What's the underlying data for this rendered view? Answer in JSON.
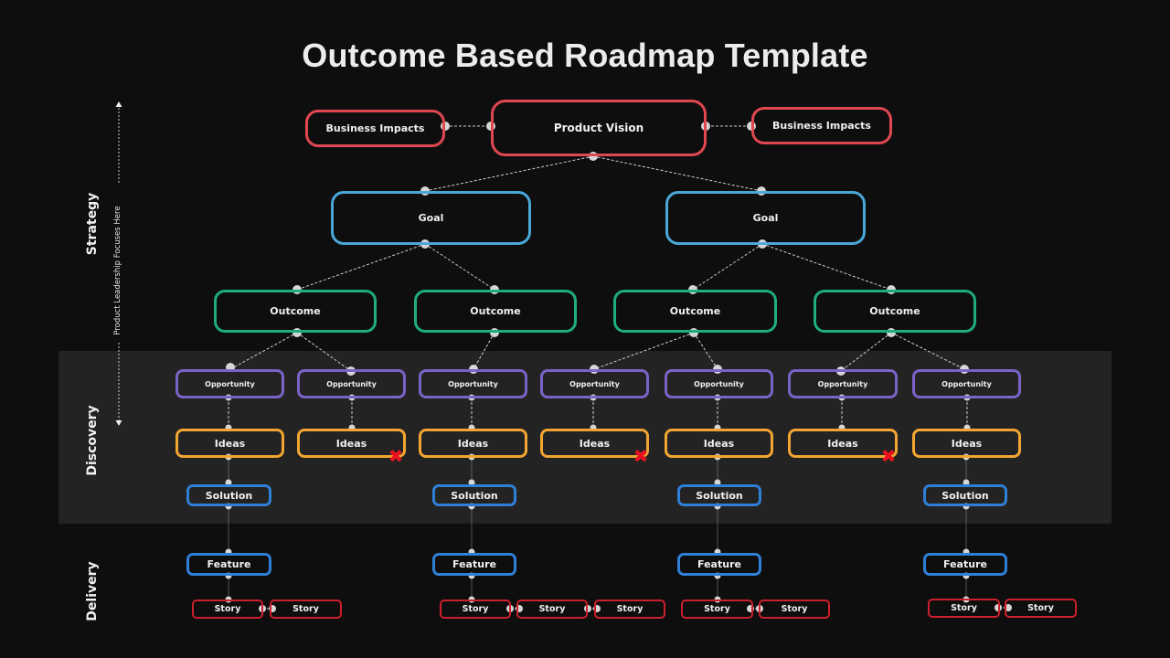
{
  "title": "Outcome Based Roadmap Template",
  "phases": {
    "strategy": "Strategy",
    "discovery": "Discovery",
    "delivery": "Delivery"
  },
  "focus_note": "Product Leadership Focuses Here",
  "colors": {
    "background": "#0e0e0f",
    "discovery_band": "#232323",
    "vision_impacts": "#e0474f",
    "goal": "#4aa8d8",
    "outcome": "#1fae7a",
    "opportunity": "#7a63c6",
    "ideas": "#f2a531",
    "solution_feature": "#2f7fd6",
    "story": "#cc1f2b",
    "rejected_mark": "#e8121f",
    "connector": "#cfcfcf"
  },
  "vision_row": {
    "left_impact": "Business Impacts",
    "vision": "Product Vision",
    "right_impact": "Business Impacts"
  },
  "goals": [
    "Goal",
    "Goal"
  ],
  "outcomes": [
    "Outcome",
    "Outcome",
    "Outcome",
    "Outcome"
  ],
  "opportunities": [
    "Opportunity",
    "Opportunity",
    "Opportunity",
    "Opportunity",
    "Opportunity",
    "Opportunity",
    "Opportunity"
  ],
  "ideas": [
    {
      "label": "Ideas",
      "rejected": false
    },
    {
      "label": "Ideas",
      "rejected": true
    },
    {
      "label": "Ideas",
      "rejected": false
    },
    {
      "label": "Ideas",
      "rejected": true
    },
    {
      "label": "Ideas",
      "rejected": false
    },
    {
      "label": "Ideas",
      "rejected": true
    },
    {
      "label": "Ideas",
      "rejected": false
    }
  ],
  "solutions": [
    "Solution",
    "Solution",
    "Solution",
    "Solution"
  ],
  "features": [
    "Feature",
    "Feature",
    "Feature",
    "Feature"
  ],
  "stories": [
    [
      "Story",
      "Story"
    ],
    [
      "Story",
      "Story",
      "Story"
    ],
    [
      "Story",
      "Story"
    ],
    [
      "Story",
      "Story"
    ]
  ],
  "rejected_icon": "x-mark",
  "node_icon": "connector-dot"
}
